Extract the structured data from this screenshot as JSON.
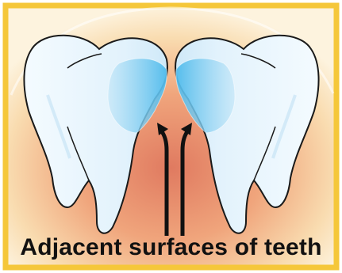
{
  "caption": "Adjacent surfaces of teeth",
  "colors": {
    "frame": "#f5c73a",
    "background_center": "#e8876a",
    "background_edge": "#fdf3dc",
    "tooth_fill": "#eaf6fd",
    "tooth_outline": "#1a1a1a",
    "contact_highlight": "#5cc2ef",
    "arrow": "#111111"
  },
  "figure": {
    "elements": [
      "left-molar",
      "right-molar",
      "left-contact-surface",
      "right-contact-surface",
      "left-arrow",
      "right-arrow"
    ]
  }
}
